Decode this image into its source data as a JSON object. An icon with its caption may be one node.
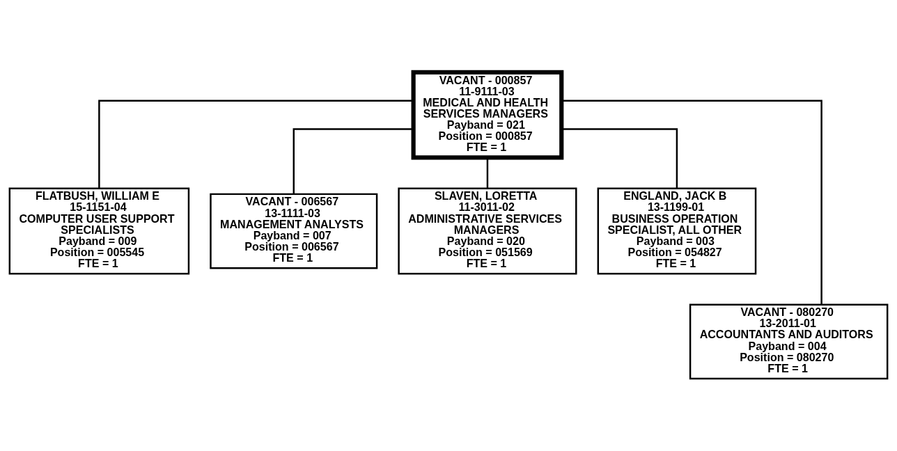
{
  "diagram": {
    "nodes": [
      {
        "text": [
          "VACANT - 000857",
          "11-9111-03",
          "MEDICAL AND HEALTH SERVICES MANAGERS",
          "Payband = 021",
          "Position = 000857",
          "FTE = 1"
        ]
      },
      {
        "text": [
          "FLATBUSH, WILLIAM E",
          "15-1151-04",
          "COMPUTER USER SUPPORT SPECIALISTS",
          "Payband = 009",
          "Position = 005545",
          "FTE = 1"
        ]
      },
      {
        "text": [
          "VACANT - 006567",
          "13-1111-03",
          "MANAGEMENT ANALYSTS",
          "Payband = 007",
          "Position = 006567",
          "FTE = 1"
        ]
      },
      {
        "text": [
          "SLAVEN, LORETTA",
          "11-3011-02",
          "ADMINISTRATIVE SERVICES MANAGERS",
          "Payband = 020",
          "Position = 051569",
          "FTE = 1"
        ]
      },
      {
        "text": [
          "ENGLAND, JACK B",
          "13-1199-01",
          "BUSINESS OPERATION SPECIALIST, ALL OTHER",
          "Payband = 003",
          "Position = 054827",
          "FTE = 1"
        ]
      },
      {
        "text": [
          "VACANT - 080270",
          "13-2011-01",
          "ACCOUNTANTS AND AUDITORS",
          "Payband = 004",
          "Position = 080270",
          "FTE = 1"
        ]
      }
    ],
    "edges": [
      {
        "from": 0,
        "to": 1,
        "arrow": "none"
      },
      {
        "from": 0,
        "to": 2,
        "arrow": "none"
      },
      {
        "from": 0,
        "to": 5,
        "arrow": "none"
      },
      {
        "from": 0,
        "to": 3,
        "arrow": "none"
      },
      {
        "from": 0,
        "to": 4,
        "arrow": "none"
      }
    ]
  }
}
